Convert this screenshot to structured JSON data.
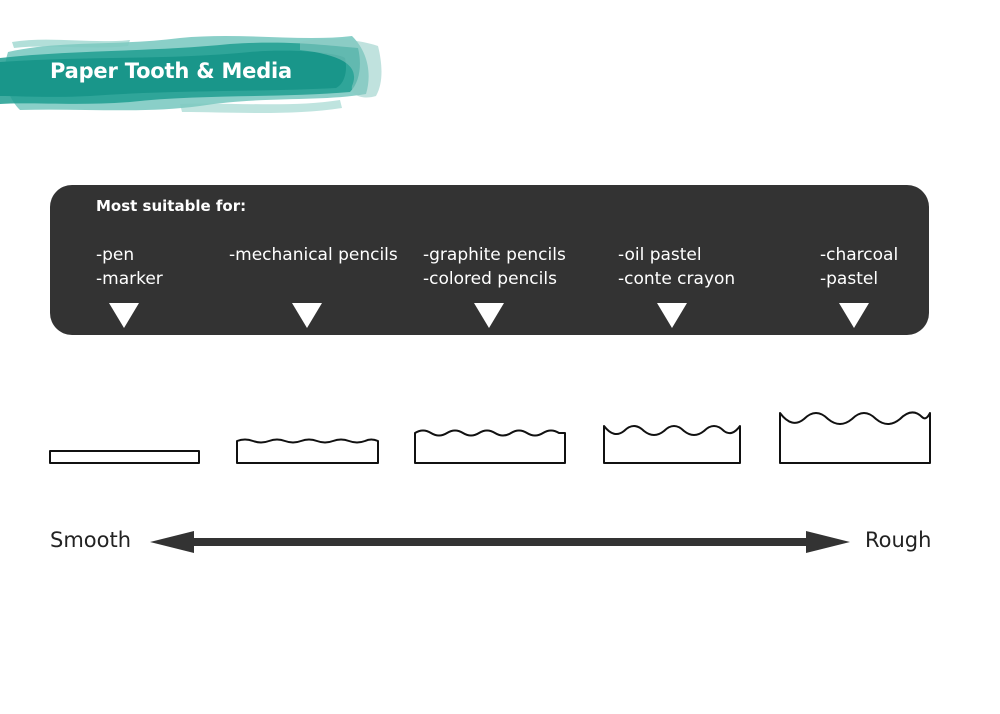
{
  "header": {
    "title": "Paper Tooth & Media",
    "accent_color": "#2aa89a"
  },
  "panel": {
    "heading": "Most suitable for:",
    "background": "#333333",
    "columns": [
      {
        "lines": [
          "-pen",
          "-marker"
        ]
      },
      {
        "lines": [
          "-mechanical pencils"
        ]
      },
      {
        "lines": [
          "-graphite pencils",
          "-colored pencils"
        ]
      },
      {
        "lines": [
          "-oil pastel",
          "-conte crayon"
        ]
      },
      {
        "lines": [
          "-charcoal",
          "-pastel"
        ]
      }
    ]
  },
  "scale": {
    "left_label": "Smooth",
    "right_label": "Rough"
  }
}
